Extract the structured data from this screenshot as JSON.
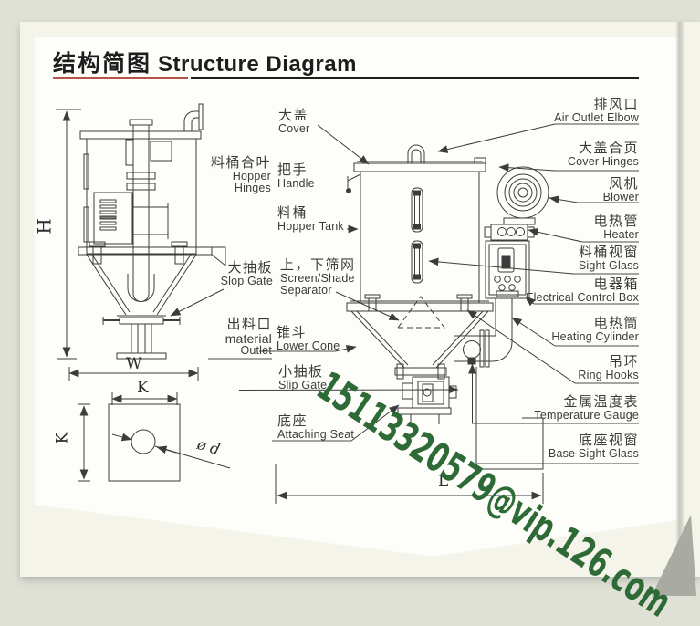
{
  "title": {
    "zh": "结构简图",
    "en": "Structure Diagram"
  },
  "watermark": "15113320579@vip.126.com",
  "dimensions": {
    "H": "H",
    "W": "W",
    "K": "K",
    "L": "L",
    "d": "ø d"
  },
  "labels": {
    "left_view": [
      {
        "id": "hopper-hinges",
        "zh": "料桶合叶",
        "en": "Hopper",
        "en2": "Hinges"
      },
      {
        "id": "slop-gate",
        "zh": "大抽板",
        "en": "Slop Gate"
      },
      {
        "id": "material-outlet",
        "zh": "出料口",
        "en": "material",
        "en2": "Outlet"
      }
    ],
    "center_view": [
      {
        "id": "cover",
        "zh": "大盖",
        "en": "Cover"
      },
      {
        "id": "handle",
        "zh": "把手",
        "en": "Handle"
      },
      {
        "id": "hopper-tank",
        "zh": "料桶",
        "en": "Hopper Tank"
      },
      {
        "id": "separator",
        "zh": "上，下筛网",
        "en": "Screen/Shade",
        "en2": "Separator"
      },
      {
        "id": "lower-cone",
        "zh": "锥斗",
        "en": "Lower Cone"
      },
      {
        "id": "slip-gate",
        "zh": "小抽板",
        "en": "Slip Gate"
      },
      {
        "id": "attaching-seat",
        "zh": "底座",
        "en": "Attaching Seat"
      }
    ],
    "right_view": [
      {
        "id": "air-outlet-elbow",
        "zh": "排风口",
        "en": "Air Outlet Elbow"
      },
      {
        "id": "cover-hinges",
        "zh": "大盖合页",
        "en": "Cover Hinges"
      },
      {
        "id": "blower",
        "zh": "风机",
        "en": "Blower"
      },
      {
        "id": "heater",
        "zh": "电热管",
        "en": "Heater"
      },
      {
        "id": "sight-glass",
        "zh": "料桶视窗",
        "en": "Sight Glass"
      },
      {
        "id": "electrical-control-box",
        "zh": "电器箱",
        "en": "Electrical Control Box"
      },
      {
        "id": "heating-cylinder",
        "zh": "电热筒",
        "en": "Heating Cylinder"
      },
      {
        "id": "ring-hooks",
        "zh": "吊环",
        "en": "Ring Hooks"
      },
      {
        "id": "temperature-gauge",
        "zh": "金属温度表",
        "en": "Temperature Gauge"
      },
      {
        "id": "base-sight-glass",
        "zh": "底座视窗",
        "en": "Base Sight Glass"
      }
    ]
  },
  "colors": {
    "backdrop": "#dfe1d7",
    "sheet": "#f4f4ea",
    "paper": "#fdfdfa",
    "line": "#3c3c3c",
    "title_underline_red": "#b5544b",
    "title_underline_black": "#1e1e1e",
    "watermark_green": "#2d6a36"
  }
}
